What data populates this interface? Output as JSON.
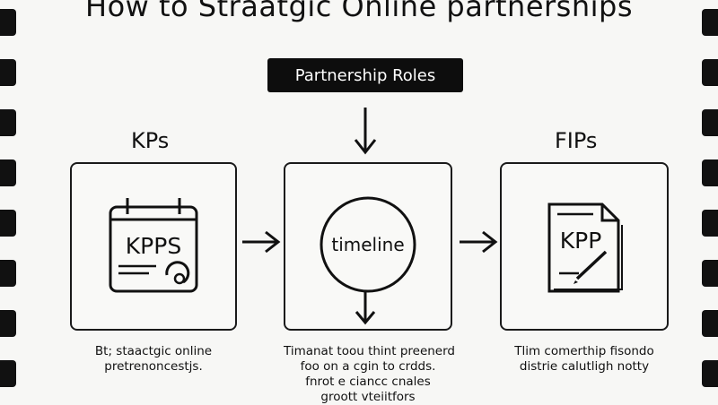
{
  "title": "How to Straatgic Online partnerships",
  "banner": "Partnership Roles",
  "columns": [
    {
      "heading": "KPs",
      "icon": "calendar-icon",
      "icon_label": "KPPS",
      "caption": [
        "Bt; staactgic online",
        "pretrenoncestjs."
      ]
    },
    {
      "heading": "",
      "icon": "circle-icon",
      "icon_label": "timeline",
      "caption": [
        "Timanat toou thint preenerd",
        "foo on a cgin to crdds.",
        "fnrot e ciancc cnales",
        "groott vteiitfors"
      ]
    },
    {
      "heading": "FIPs",
      "icon": "document-pen-icon",
      "icon_label": "KPP",
      "caption": [
        "Tlim comerthip fisondo",
        "distrie calutligh notty"
      ]
    }
  ]
}
